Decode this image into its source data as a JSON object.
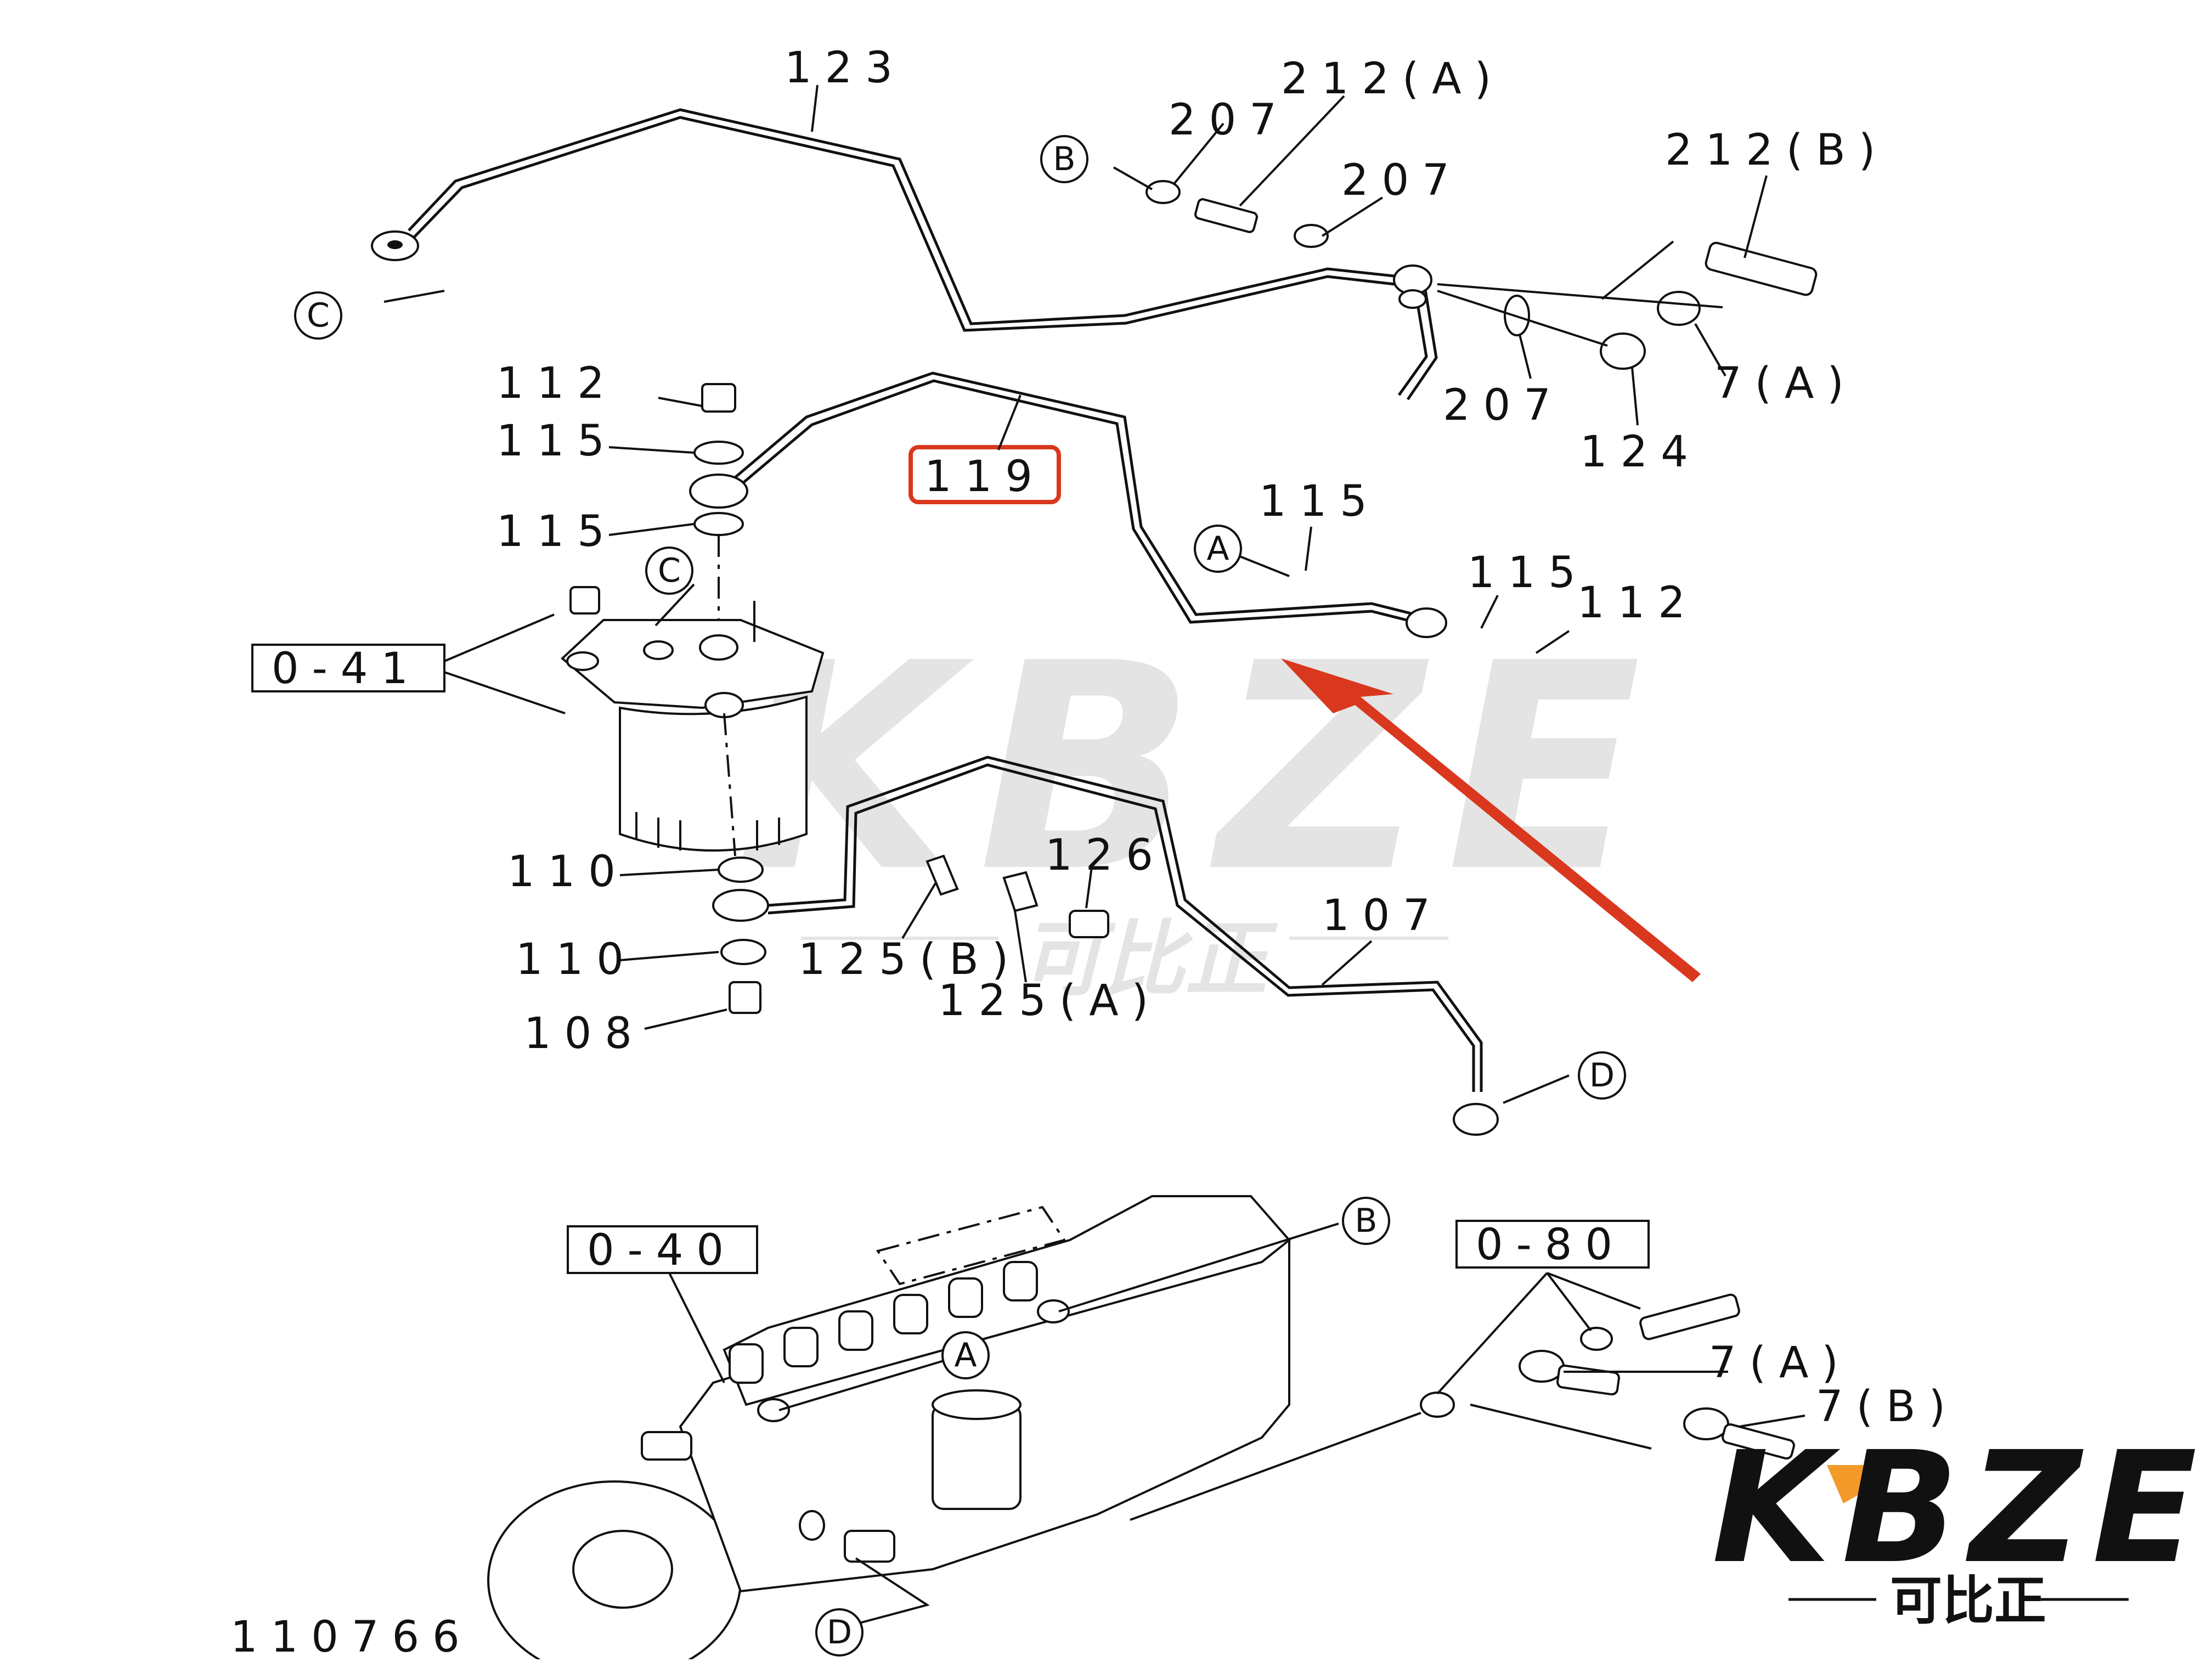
{
  "callouts": {
    "c123": "123",
    "c212a": "212(A)",
    "c207a": "207",
    "c207b": "207",
    "c212b": "212(B)",
    "c207c": "207",
    "c7a_top": "7(A)",
    "c124": "124",
    "c112a": "112",
    "c115a": "115",
    "c115b": "115",
    "c119": "119",
    "c115c": "115",
    "c115d": "115",
    "c112b": "112",
    "c110a": "110",
    "c110b": "110",
    "c108": "108",
    "c126": "126",
    "c125b": "125(B)",
    "c125a": "125(A)",
    "c107": "107",
    "c7a_bot": "7(A)",
    "c7b_bot": "7(B)"
  },
  "boxed_refs": {
    "r041": "0-41",
    "r040": "0-40",
    "r080": "0-80"
  },
  "circle_refs": {
    "B1": "B",
    "C1": "C",
    "C2": "C",
    "A1": "A",
    "D1": "D",
    "B2": "B",
    "A2": "A",
    "D2": "D"
  },
  "figure_id": "110766",
  "watermark": {
    "brand": "KBZE",
    "chinese": "可比正"
  },
  "highlight": {
    "part": "119",
    "color": "#d9381e"
  }
}
